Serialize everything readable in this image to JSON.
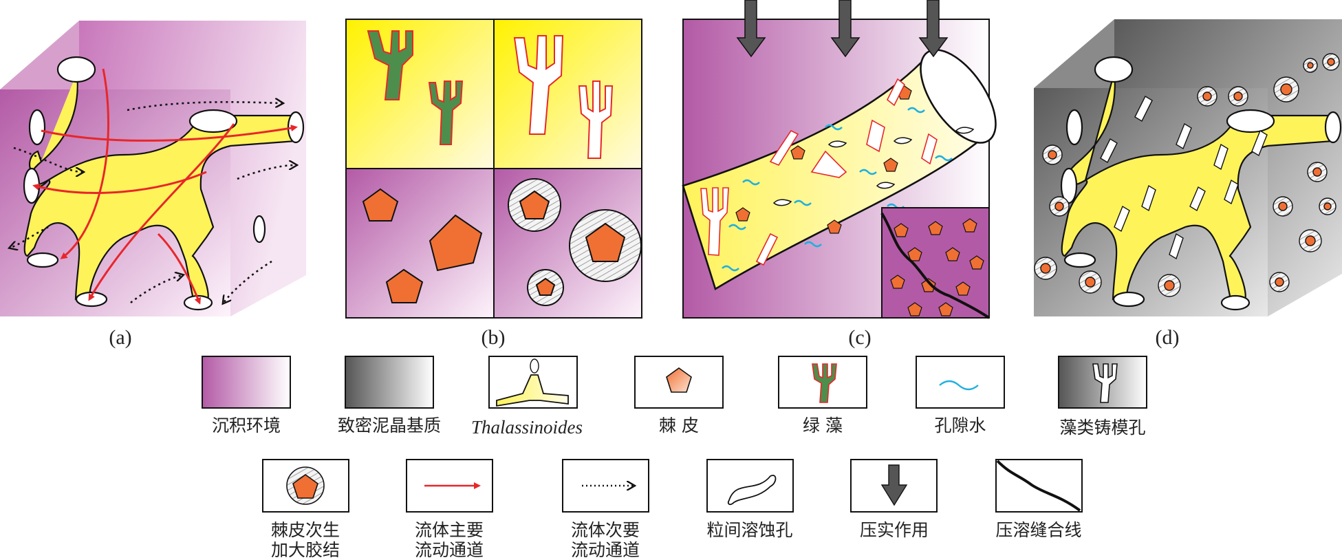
{
  "panels": [
    {
      "id": "a",
      "label": "(a)"
    },
    {
      "id": "b",
      "label": "(b)"
    },
    {
      "id": "c",
      "label": "(c)"
    },
    {
      "id": "d",
      "label": "(d)"
    }
  ],
  "legend": {
    "row1": [
      {
        "id": "depositional-environment",
        "label": "沉积环境"
      },
      {
        "id": "dense-micrite-matrix",
        "label": "致密泥晶基质"
      },
      {
        "id": "thalassinoides",
        "label": "Thalassinoides"
      },
      {
        "id": "echinoderm-fragment",
        "label": "棘  皮"
      },
      {
        "id": "green-algae",
        "label": "绿  藻"
      },
      {
        "id": "pore-water",
        "label": "孔隙水"
      },
      {
        "id": "algal-moldic-pore",
        "label": "藻类铸模孔"
      }
    ],
    "row2": [
      {
        "id": "echinoderm-overgrowth-cement",
        "label_line1": "棘皮次生",
        "label_line2": "加大胶结"
      },
      {
        "id": "primary-flow-channel",
        "label_line1": "流体主要",
        "label_line2": "流动通道"
      },
      {
        "id": "secondary-flow-channel",
        "label_line1": "流体次要",
        "label_line2": "流动通道"
      },
      {
        "id": "intergranular-dissolution-pore",
        "label_line1": "粒间溶蚀孔",
        "label_line2": ""
      },
      {
        "id": "compaction",
        "label_line1": "压实作用",
        "label_line2": ""
      },
      {
        "id": "stylolite",
        "label_line1": "压溶缝合线",
        "label_line2": ""
      }
    ]
  },
  "colors": {
    "environment_magenta": "#b35aa6",
    "burrow_yellow": "#fff35a",
    "echinoderm_orange": "#f07034",
    "algae_green": "#4e8e4c",
    "flow_red": "#e8262a",
    "pore_water_blue": "#1fb0e0",
    "compaction_gray": "#555555",
    "matrix_gray": "#6e6e6e"
  }
}
